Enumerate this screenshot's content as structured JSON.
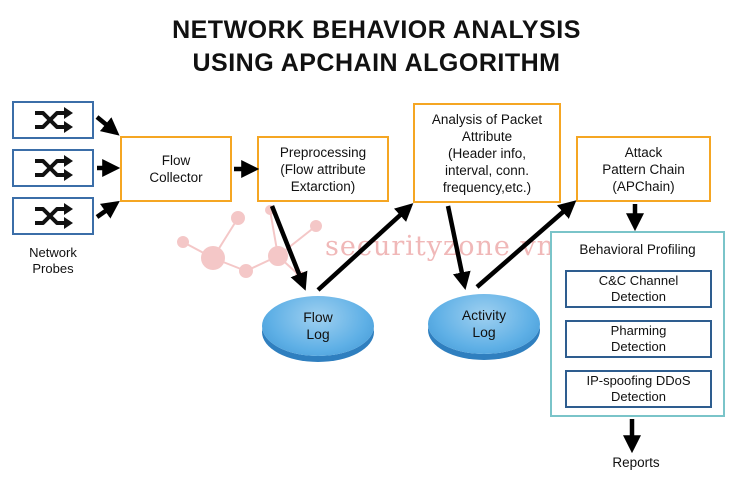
{
  "title": {
    "line1": "NETWORK BEHAVIOR ANALYSIS",
    "line2": "USING APCHAIN ALGORITHM"
  },
  "probes": {
    "label_line1": "Network",
    "label_line2": "Probes",
    "icon": "shuffle-arrows-icon",
    "border_color": "#3b6ea8"
  },
  "nodes": {
    "flow_collector": [
      "Flow",
      "Collector"
    ],
    "preprocessing": [
      "Preprocessing",
      "(Flow attribute",
      "Extarction)"
    ],
    "analysis": [
      "Analysis of Packet",
      "Attribute",
      "(Header info,",
      "interval, conn.",
      "frequency,etc.)"
    ],
    "attack_chain": [
      "Attack",
      "Pattern Chain",
      "(APChain)"
    ],
    "flow_log": [
      "Flow",
      "Log"
    ],
    "activity_log": [
      "Activity",
      "Log"
    ]
  },
  "profiling": {
    "title": "Behavioral Profiling",
    "items": [
      [
        "C&C Channel",
        "Detection"
      ],
      [
        "Pharming",
        "Detection"
      ],
      [
        "IP-spoofing DDoS",
        "Detection"
      ]
    ]
  },
  "reports": "Reports",
  "watermark": "securityzone.vn",
  "colors": {
    "orange_border": "#f5a623",
    "teal_border": "#7ac4c9",
    "navy_border": "#2e5d8f",
    "cylinder": "#5fb0e6"
  }
}
